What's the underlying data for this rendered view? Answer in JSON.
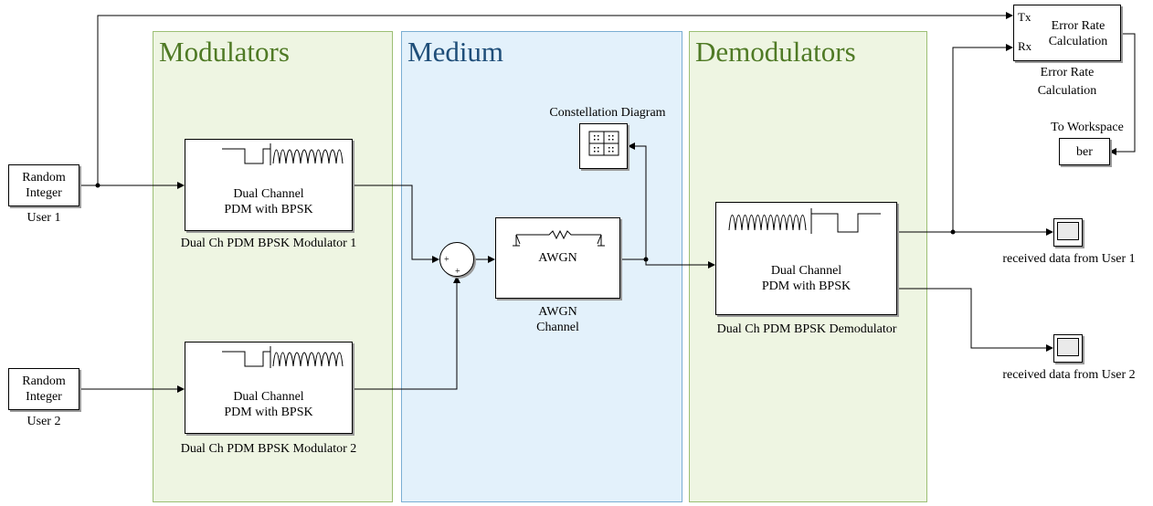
{
  "areas": {
    "modulators": "Modulators",
    "medium": "Medium",
    "demodulators": "Demodulators"
  },
  "sources": [
    {
      "block_text": [
        "Random",
        "Integer"
      ],
      "label": "User 1"
    },
    {
      "block_text": [
        "Random",
        "Integer"
      ],
      "label": "User 2"
    }
  ],
  "modulators": [
    {
      "block_text": [
        "Dual Channel",
        "PDM with BPSK"
      ],
      "label": "Dual Ch PDM BPSK Modulator 1"
    },
    {
      "block_text": [
        "Dual Channel",
        "PDM with BPSK"
      ],
      "label": "Dual Ch PDM BPSK Modulator 2"
    }
  ],
  "sum": {
    "signs": [
      "+",
      "+"
    ]
  },
  "awgn": {
    "block_text": "AWGN",
    "label": [
      "AWGN",
      "Channel"
    ]
  },
  "constellation": {
    "label": "Constellation Diagram"
  },
  "demodulator": {
    "block_text": [
      "Dual Channel",
      "PDM with BPSK"
    ],
    "label": "Dual Ch PDM BPSK Demodulator"
  },
  "error_rate": {
    "block_text": [
      "Error Rate",
      "Calculation"
    ],
    "ports": [
      "Tx",
      "Rx"
    ],
    "label": [
      "Error Rate",
      "Calculation"
    ]
  },
  "workspace": {
    "title": "To Workspace",
    "variable": "ber"
  },
  "scopes": [
    {
      "label": "received data from User 1"
    },
    {
      "label": "received data from User 2"
    }
  ]
}
